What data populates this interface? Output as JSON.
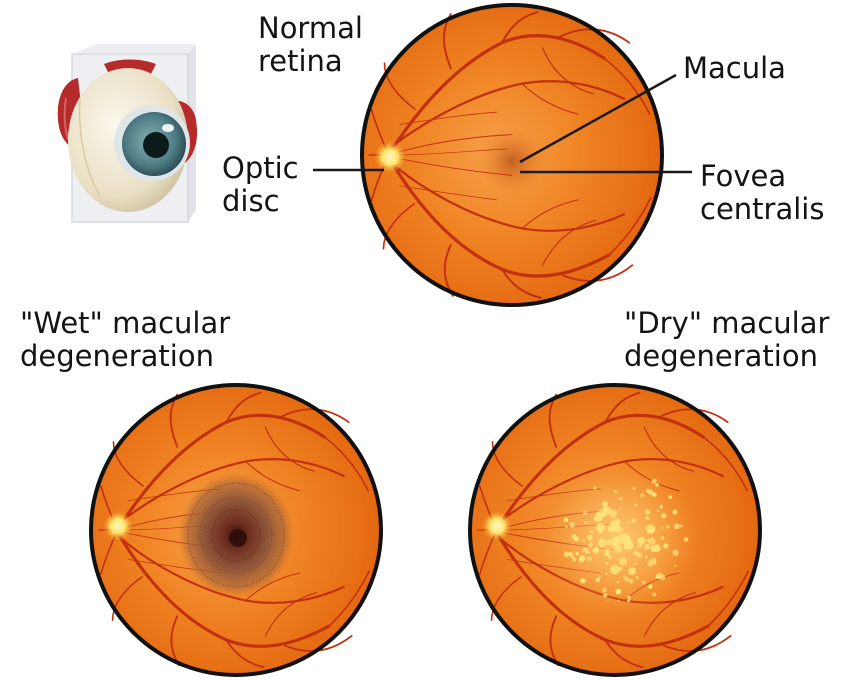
{
  "labels": {
    "normal_retina": [
      "Normal",
      "retina"
    ],
    "macula": "Macula",
    "optic_disc": [
      "Optic",
      "disc"
    ],
    "fovea_centralis": [
      "Fovea",
      "centralis"
    ],
    "wet": [
      "\"Wet\" macular",
      "degeneration"
    ],
    "dry": [
      "\"Dry\" macular",
      "degeneration"
    ]
  },
  "colors": {
    "retina_orange": "#f07a1e",
    "retina_rim": "#111111",
    "vessel_red": "#c2310f",
    "optic_disc_yellow": "#ffe36a",
    "wet_lesion": "#5a2a20",
    "dry_drusen": "#ffe27a",
    "leader_line": "#1a1a1a",
    "eye_sclera": "#f1ead6",
    "eye_iris": "#4f7d86",
    "eye_muscle": "#b62a2a"
  },
  "icons": {
    "eyeball": "eyeball-3d-icon"
  }
}
